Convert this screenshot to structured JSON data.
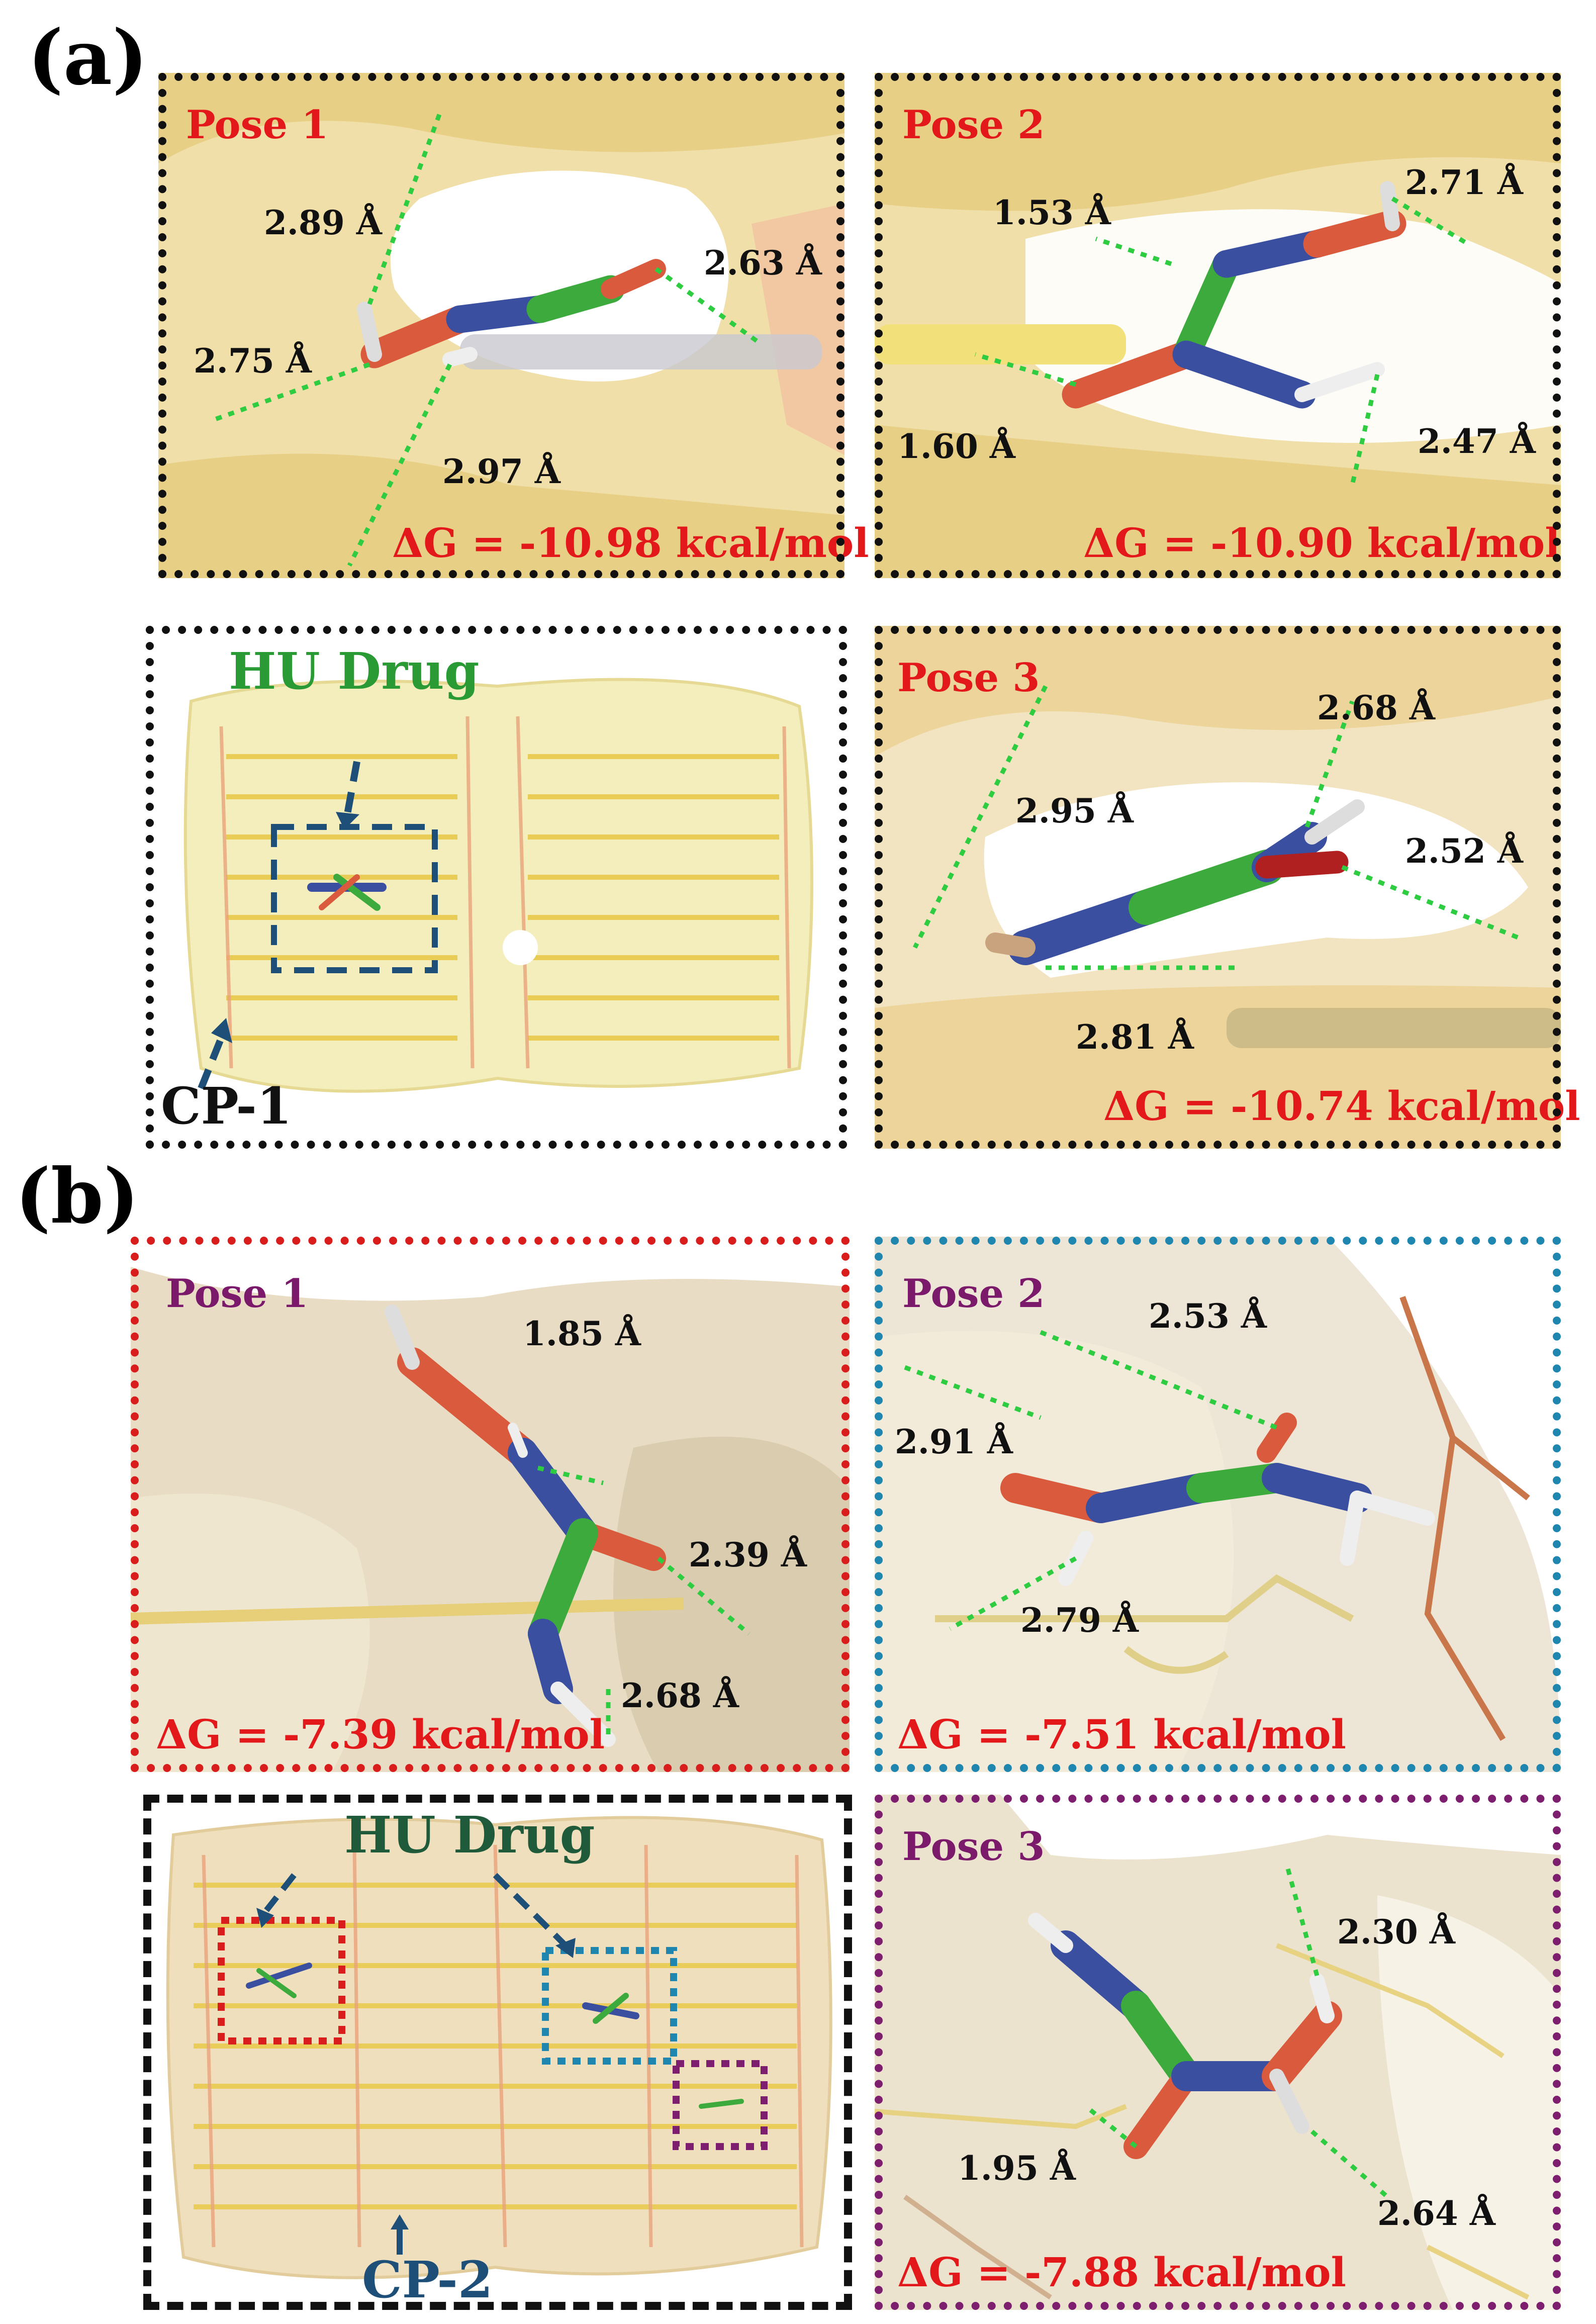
{
  "figure_labels": {
    "a": "(a)",
    "b": "(b)"
  },
  "panel_a": {
    "pose1": {
      "title": "Pose 1",
      "distances": [
        "2.89 Å",
        "2.63 Å",
        "2.75 Å",
        "2.97 Å"
      ],
      "energy": "ΔG = -10.98 kcal/mol"
    },
    "pose2": {
      "title": "Pose 2",
      "distances": [
        "1.53 Å",
        "2.71 Å",
        "1.60 Å",
        "2.47 Å"
      ],
      "energy": "ΔG = -10.90 kcal/mol"
    },
    "overview": {
      "drug_label": "HU Drug",
      "complex_label": "CP-1"
    },
    "pose3": {
      "title": "Pose 3",
      "distances": [
        "2.68 Å",
        "2.95 Å",
        "2.52 Å",
        "2.81 Å"
      ],
      "energy": "ΔG = -10.74 kcal/mol"
    }
  },
  "panel_b": {
    "pose1": {
      "title": "Pose 1",
      "distances": [
        "1.85 Å",
        "2.39 Å",
        "2.68 Å"
      ],
      "energy": "ΔG = -7.39 kcal/mol"
    },
    "pose2": {
      "title": "Pose 2",
      "distances": [
        "2.53 Å",
        "2.91 Å",
        "2.79 Å"
      ],
      "energy": "ΔG = -7.51 kcal/mol"
    },
    "overview": {
      "drug_label": "HU Drug",
      "complex_label": "CP-2"
    },
    "pose3": {
      "title": "Pose 3",
      "distances": [
        "2.30 Å",
        "1.95 Å",
        "2.64 Å"
      ],
      "energy": "ΔG = -7.88 kcal/mol"
    }
  }
}
